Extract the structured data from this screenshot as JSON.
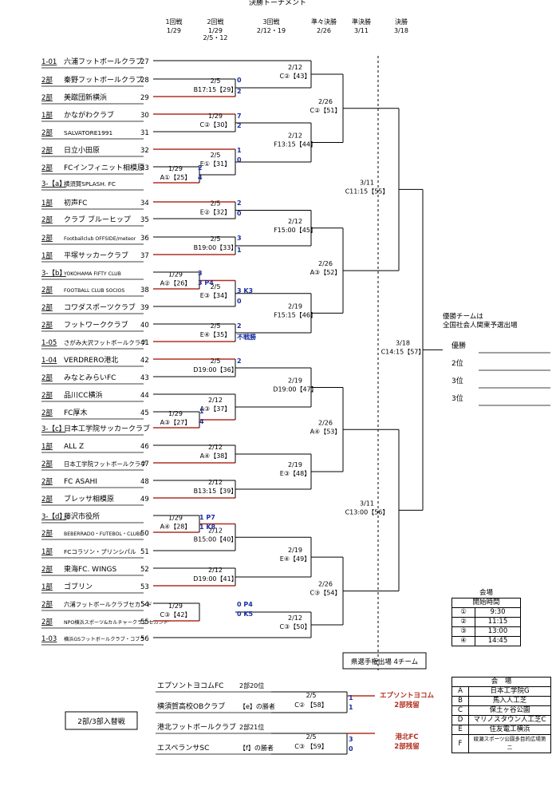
{
  "header": {
    "top_cut": "決勝トーナメント",
    "rounds": [
      {
        "name": "1回戦",
        "date": "1/29"
      },
      {
        "name": "2回戦",
        "date": "1/29\n2/5・12"
      },
      {
        "name": "3回戦",
        "date": "2/12・19"
      },
      {
        "name": "準々決勝",
        "date": "2/26"
      },
      {
        "name": "準決勝",
        "date": "3/11"
      },
      {
        "name": "決勝",
        "date": "3/18"
      }
    ]
  },
  "teams": [
    {
      "div": "1-01",
      "name": "六浦フットボールクラブ",
      "no": "27"
    },
    {
      "div": "2部",
      "name": "秦野フットボールクラブ",
      "no": "28"
    },
    {
      "div": "2部",
      "name": "美蹴団新横浜",
      "no": "29"
    },
    {
      "div": "1部",
      "name": "かながわクラブ",
      "no": "30"
    },
    {
      "div": "2部",
      "name": "SALVATORE1991",
      "no": "31"
    },
    {
      "div": "2部",
      "name": "日立小田原",
      "no": "32"
    },
    {
      "div": "2部",
      "name": "FCインフィニット相模原",
      "no": "33"
    },
    {
      "div": "3-【a】",
      "name": "横須賀SPLASH. FC",
      "no": ""
    },
    {
      "div": "1部",
      "name": "初声FC",
      "no": "34"
    },
    {
      "div": "2部",
      "name": "クラブ ブルーヒップ",
      "no": "35"
    },
    {
      "div": "2部",
      "name": "Footballclub OFFSIDE/meteor",
      "no": "36"
    },
    {
      "div": "1部",
      "name": "平塚サッカークラブ",
      "no": "37"
    },
    {
      "div": "3-【b】",
      "name": "YOKOHAMA FIFTY CLUB",
      "no": ""
    },
    {
      "div": "2部",
      "name": "FOOTBALL CLUB SOCIOS",
      "no": "38"
    },
    {
      "div": "2部",
      "name": "コワダスポーツクラブ",
      "no": "39"
    },
    {
      "div": "2部",
      "name": "フットワーククラブ",
      "no": "40"
    },
    {
      "div": "1-05",
      "name": "さがみ大沢フットボールクラブ",
      "no": "41"
    },
    {
      "div": "1-04",
      "name": "VERDRERO港北",
      "no": "42"
    },
    {
      "div": "2部",
      "name": "みなとみらいFC",
      "no": "43"
    },
    {
      "div": "2部",
      "name": "品川CC横浜",
      "no": "44"
    },
    {
      "div": "2部",
      "name": "FC厚木",
      "no": "45"
    },
    {
      "div": "3-【c】",
      "name": "日本工学院サッカークラブ",
      "no": ""
    },
    {
      "div": "1部",
      "name": "ALL Z",
      "no": "46"
    },
    {
      "div": "2部",
      "name": "日本工学院フットボールクラブ",
      "no": "47"
    },
    {
      "div": "2部",
      "name": "FC ASAHI",
      "no": "48"
    },
    {
      "div": "2部",
      "name": "ブレッサ相模原",
      "no": "49"
    },
    {
      "div": "3-【d】",
      "name": "藤沢市役所",
      "no": ""
    },
    {
      "div": "2部",
      "name": "BEBERRADO・FUTEBOL・CLUBE",
      "no": "50"
    },
    {
      "div": "1部",
      "name": "FCコラソン・プリンシパル",
      "no": "51"
    },
    {
      "div": "2部",
      "name": "東海FC. WINGS",
      "no": "52"
    },
    {
      "div": "1部",
      "name": "ゴブリン",
      "no": "53"
    },
    {
      "div": "2部",
      "name": "六浦フットボールクラブセカンド",
      "no": "54"
    },
    {
      "div": "2部",
      "name": "NPO横浜スポーツ&カルチャークラブ'セカンド'",
      "no": "55"
    },
    {
      "div": "1-03",
      "name": "横浜GSフットボールクラブ・コブラ",
      "no": "56"
    }
  ],
  "match_labels": {
    "r1": [
      {
        "date": "1/29",
        "info": "A①【25】"
      },
      {
        "date": "1/29",
        "info": "A②【26】"
      },
      {
        "date": "1/29",
        "info": "A③【27】"
      },
      {
        "date": "1/29",
        "info": "A④【28】"
      },
      {
        "date": "1/29",
        "info": "C③【42】"
      }
    ],
    "r2": [
      {
        "date": "2/5",
        "info": "B17:15【29】"
      },
      {
        "date": "1/29",
        "info": "C②【30】"
      },
      {
        "date": "2/5",
        "info": "E①【31】"
      },
      {
        "date": "2/5",
        "info": "E②【32】"
      },
      {
        "date": "2/5",
        "info": "B19:00【33】"
      },
      {
        "date": "2/5",
        "info": "E③【34】"
      },
      {
        "date": "2/5",
        "info": "E④【35】"
      },
      {
        "date": "2/5",
        "info": "D19:00【36】"
      },
      {
        "date": "2/12",
        "info": "A③【37】"
      },
      {
        "date": "2/12",
        "info": "A④【38】"
      },
      {
        "date": "2/12",
        "info": "B13:15【39】"
      },
      {
        "date": "2/12",
        "info": "B15:00【40】"
      },
      {
        "date": "2/12",
        "info": "D19:00【41】"
      }
    ],
    "r3": [
      {
        "date": "2/12",
        "info": "C②【43】"
      },
      {
        "date": "2/12",
        "info": "F13:15【44】"
      },
      {
        "date": "2/12",
        "info": "F15:00【45】"
      },
      {
        "date": "2/19",
        "info": "F15:15【46】"
      },
      {
        "date": "2/19",
        "info": "D19:00【47】"
      },
      {
        "date": "2/19",
        "info": "E③【48】"
      },
      {
        "date": "2/19",
        "info": "E④【49】"
      },
      {
        "date": "2/12",
        "info": "C③【50】"
      }
    ],
    "qf": [
      {
        "date": "2/26",
        "info": "C②【51】"
      },
      {
        "date": "2/26",
        "info": "A③【52】"
      },
      {
        "date": "2/26",
        "info": "A④【53】"
      },
      {
        "date": "2/26",
        "info": "C③【54】"
      }
    ],
    "sf": [
      {
        "date": "3/11",
        "info": "C11:15【55】"
      },
      {
        "date": "3/11",
        "info": "C13:00【56】"
      }
    ],
    "final": {
      "date": "3/18",
      "info": "C14:15【57】"
    }
  },
  "scores": [
    "0",
    "2",
    "7",
    "2",
    "1",
    "0",
    "2",
    "4",
    "2",
    "0",
    "3",
    "1",
    "3",
    "3 P4",
    "3 K3",
    "0",
    "2",
    "不戦勝",
    "2",
    "1",
    "4",
    "1 P7",
    "1 K8",
    "0 P4",
    "0 K5"
  ],
  "right_panel": {
    "note1": "優勝チームは",
    "note2": "全国社会人関東予選出場",
    "places": [
      "優勝",
      "2位",
      "3位",
      "3位"
    ]
  },
  "time_table": {
    "title": "会場",
    "header": "開始時間",
    "rows": [
      {
        "k": "①",
        "v": "9:30"
      },
      {
        "k": "②",
        "v": "11:15"
      },
      {
        "k": "③",
        "v": "13:00"
      },
      {
        "k": "④",
        "v": "14:45"
      }
    ]
  },
  "pref_label": "県選手権出場 4チーム",
  "playoff": {
    "box_label": "2部/3部入替戦",
    "matches": [
      {
        "team1": "エプソントヨコムFC",
        "tag1": "2部20位",
        "team2": "横須賀高校OBクラブ",
        "tag2": "【e】の勝者",
        "date": "2/5",
        "info": "C② 【58】",
        "s1": "1",
        "s2": "1",
        "result1": "エプソントヨコム",
        "result2": "2部残留"
      },
      {
        "team1": "港北フットボールクラブ",
        "tag1": "2部21位",
        "team2": "エスペランサSC",
        "tag2": "【f】の勝者",
        "date": "2/5",
        "info": "C③ 【59】",
        "s1": "3",
        "s2": "0",
        "result1": "港北FC",
        "result2": "2部残留"
      }
    ]
  },
  "venue_table": {
    "title": "会　場",
    "rows": [
      {
        "k": "A",
        "v": "日本工学院G"
      },
      {
        "k": "B",
        "v": "馬入人工芝"
      },
      {
        "k": "C",
        "v": "保土ヶ谷公園"
      },
      {
        "k": "D",
        "v": "マリノスタウン人工芝C"
      },
      {
        "k": "E",
        "v": "住友電工横浜"
      },
      {
        "k": "F",
        "v": "綾瀬スポーツ公園多目的広場第二"
      }
    ]
  },
  "colors": {
    "line": "#000000",
    "winner": "#b03020",
    "score": "#1a2fa0"
  }
}
